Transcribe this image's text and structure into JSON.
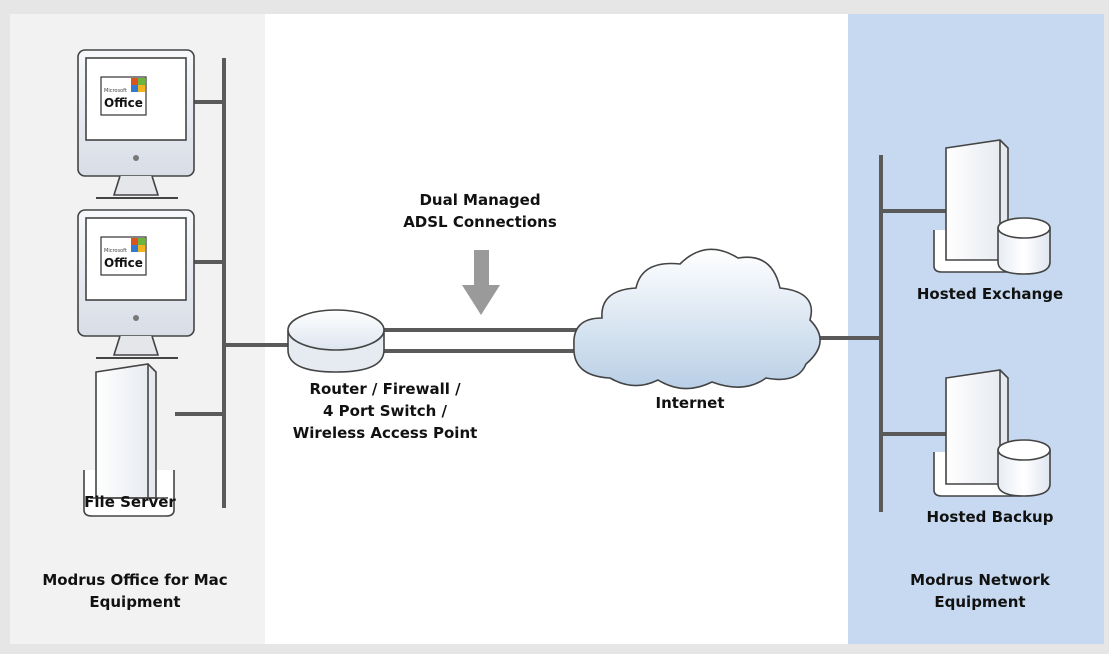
{
  "panels": {
    "left_caption": [
      "Modrus Office for Mac",
      "Equipment"
    ],
    "right_caption": [
      "Modrus Network",
      "Equipment"
    ]
  },
  "devices": {
    "imac_badge_small": "Microsoft",
    "imac_badge_large": "Office",
    "file_server_label": "File Server",
    "router_label": [
      "Router / Firewall /",
      "4 Port Switch /",
      "Wireless Access Point"
    ],
    "internet_label": "Internet",
    "exchange_label": "Hosted Exchange",
    "backup_label": "Hosted Backup"
  },
  "connection": {
    "adsl_label": [
      "Dual Managed",
      "ADSL Connections"
    ]
  },
  "colors": {
    "left_panel": "#f2f2f2",
    "center_panel": "#ffffff",
    "right_panel": "#c6d9f0",
    "frame": "#e6e6e6",
    "bus_line": "#5a5a5a",
    "arrow": "#9a9a9a"
  }
}
